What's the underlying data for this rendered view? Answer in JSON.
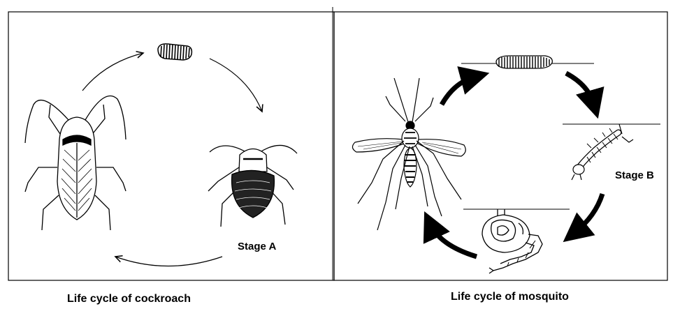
{
  "panels": [
    {
      "caption": "Life cycle of cockroach",
      "stage_label": "Stage A",
      "stages": [
        "egg-case",
        "nymph",
        "adult"
      ]
    },
    {
      "caption": "Life cycle of mosquito",
      "stage_label": "Stage B",
      "stages": [
        "eggs",
        "larva",
        "pupa",
        "adult"
      ]
    }
  ]
}
